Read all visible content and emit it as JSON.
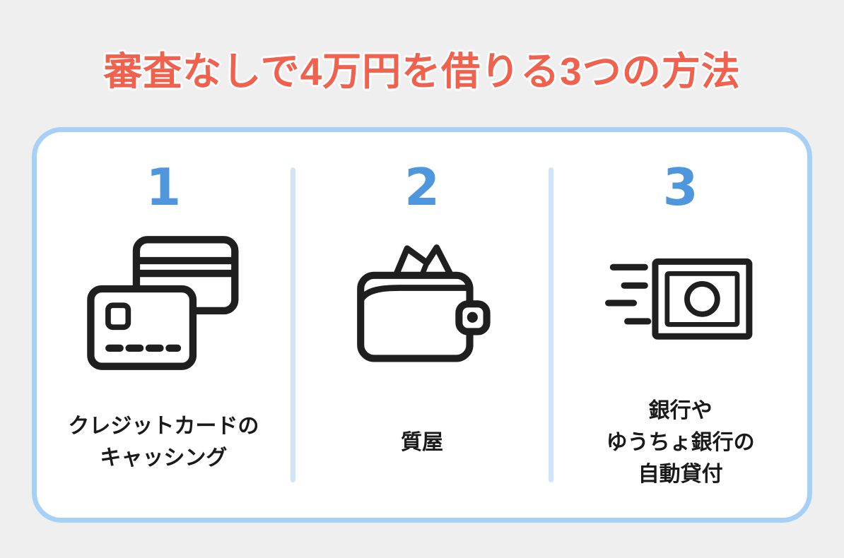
{
  "title": "審査なしで4万円を借りる3つの方法",
  "card": {
    "methods": [
      {
        "number": "1",
        "icon": "credit-card-icon",
        "label": "クレジットカードの\nキャッシング"
      },
      {
        "number": "2",
        "icon": "wallet-icon",
        "label": "質屋"
      },
      {
        "number": "3",
        "icon": "banknote-icon",
        "label": "銀行や\nゆうちょ銀行の\n自動貸付"
      }
    ]
  },
  "colors": {
    "background": "#efeff0",
    "title_text": "#f0614e",
    "title_outline": "#ffffff",
    "card_background": "#ffffff",
    "card_border": "#a7d0f7",
    "divider": "#cfe5fb",
    "number_text": "#4f97dd",
    "icon_stroke": "#1f1f1f",
    "label_text": "#1a1a1a"
  }
}
